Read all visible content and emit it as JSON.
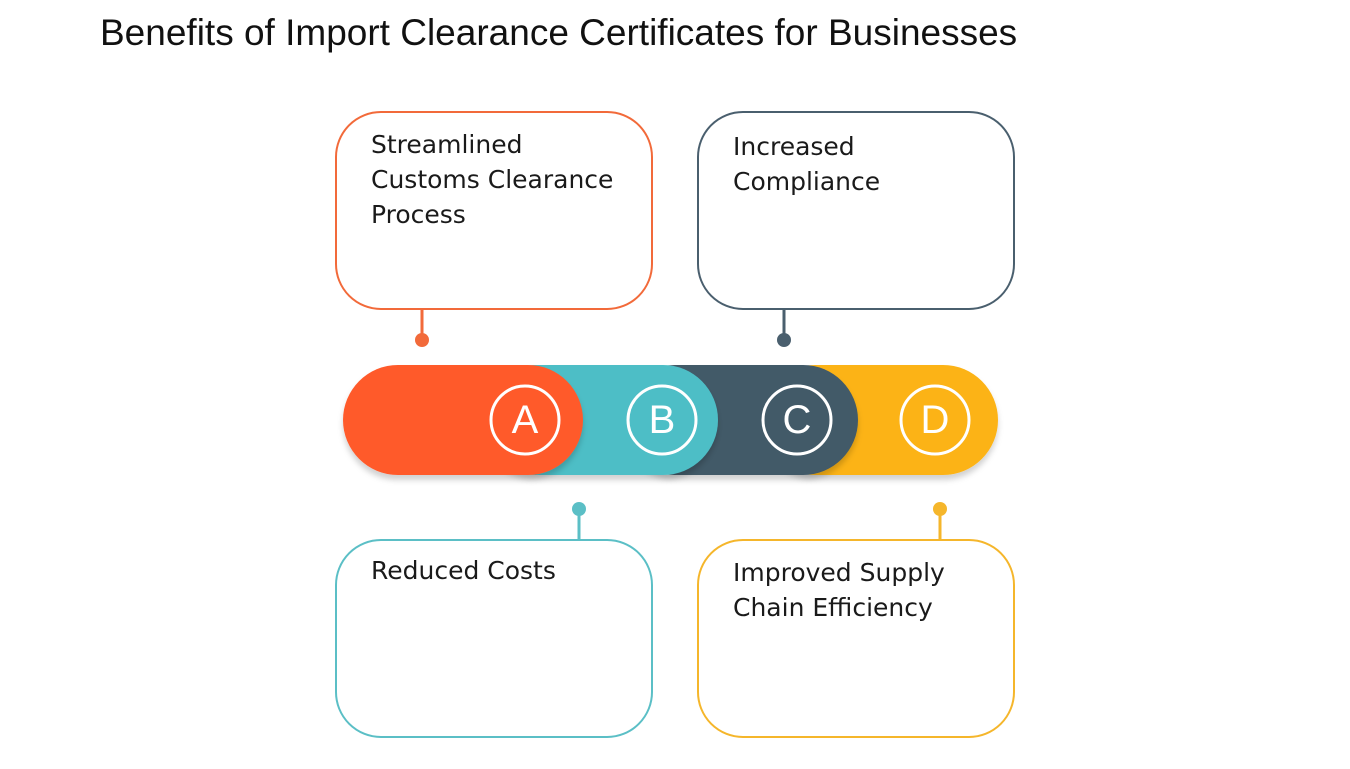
{
  "title": "Benefits of Import Clearance Certificates for Businesses",
  "colors": {
    "a": "#ff5a2c",
    "b": "#4dbec6",
    "c": "#435a68",
    "d": "#fcb316"
  },
  "segments": [
    {
      "letter": "A",
      "label": "Streamlined Customs Clearance Process"
    },
    {
      "letter": "B",
      "label": "Increased Compliance"
    },
    {
      "letter": "C",
      "label": "Reduced Costs"
    },
    {
      "letter": "D",
      "label": "Improved Supply Chain Efficiency"
    }
  ]
}
